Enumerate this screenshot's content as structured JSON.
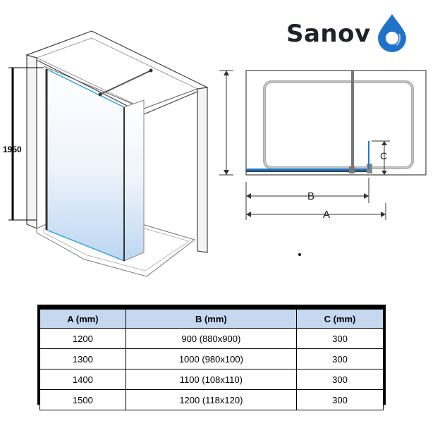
{
  "logo": {
    "text": "Sanov",
    "brand_color": "#1f2329",
    "drop_color": "#1e73c8"
  },
  "iso_diagram": {
    "height_label": "1950"
  },
  "plan_diagram": {
    "label_a": "A",
    "label_b": "B",
    "label_c": "C"
  },
  "table": {
    "headers": [
      "A (mm)",
      "B (mm)",
      "C (mm)"
    ],
    "rows": [
      [
        "1200",
        "900 (880x900)",
        "300"
      ],
      [
        "1300",
        "1000 (980x100)",
        "300"
      ],
      [
        "1400",
        "1100 (108x110)",
        "300"
      ],
      [
        "1500",
        "1200 (118x120)",
        "300"
      ]
    ],
    "header_color": "#c6d8f0"
  }
}
